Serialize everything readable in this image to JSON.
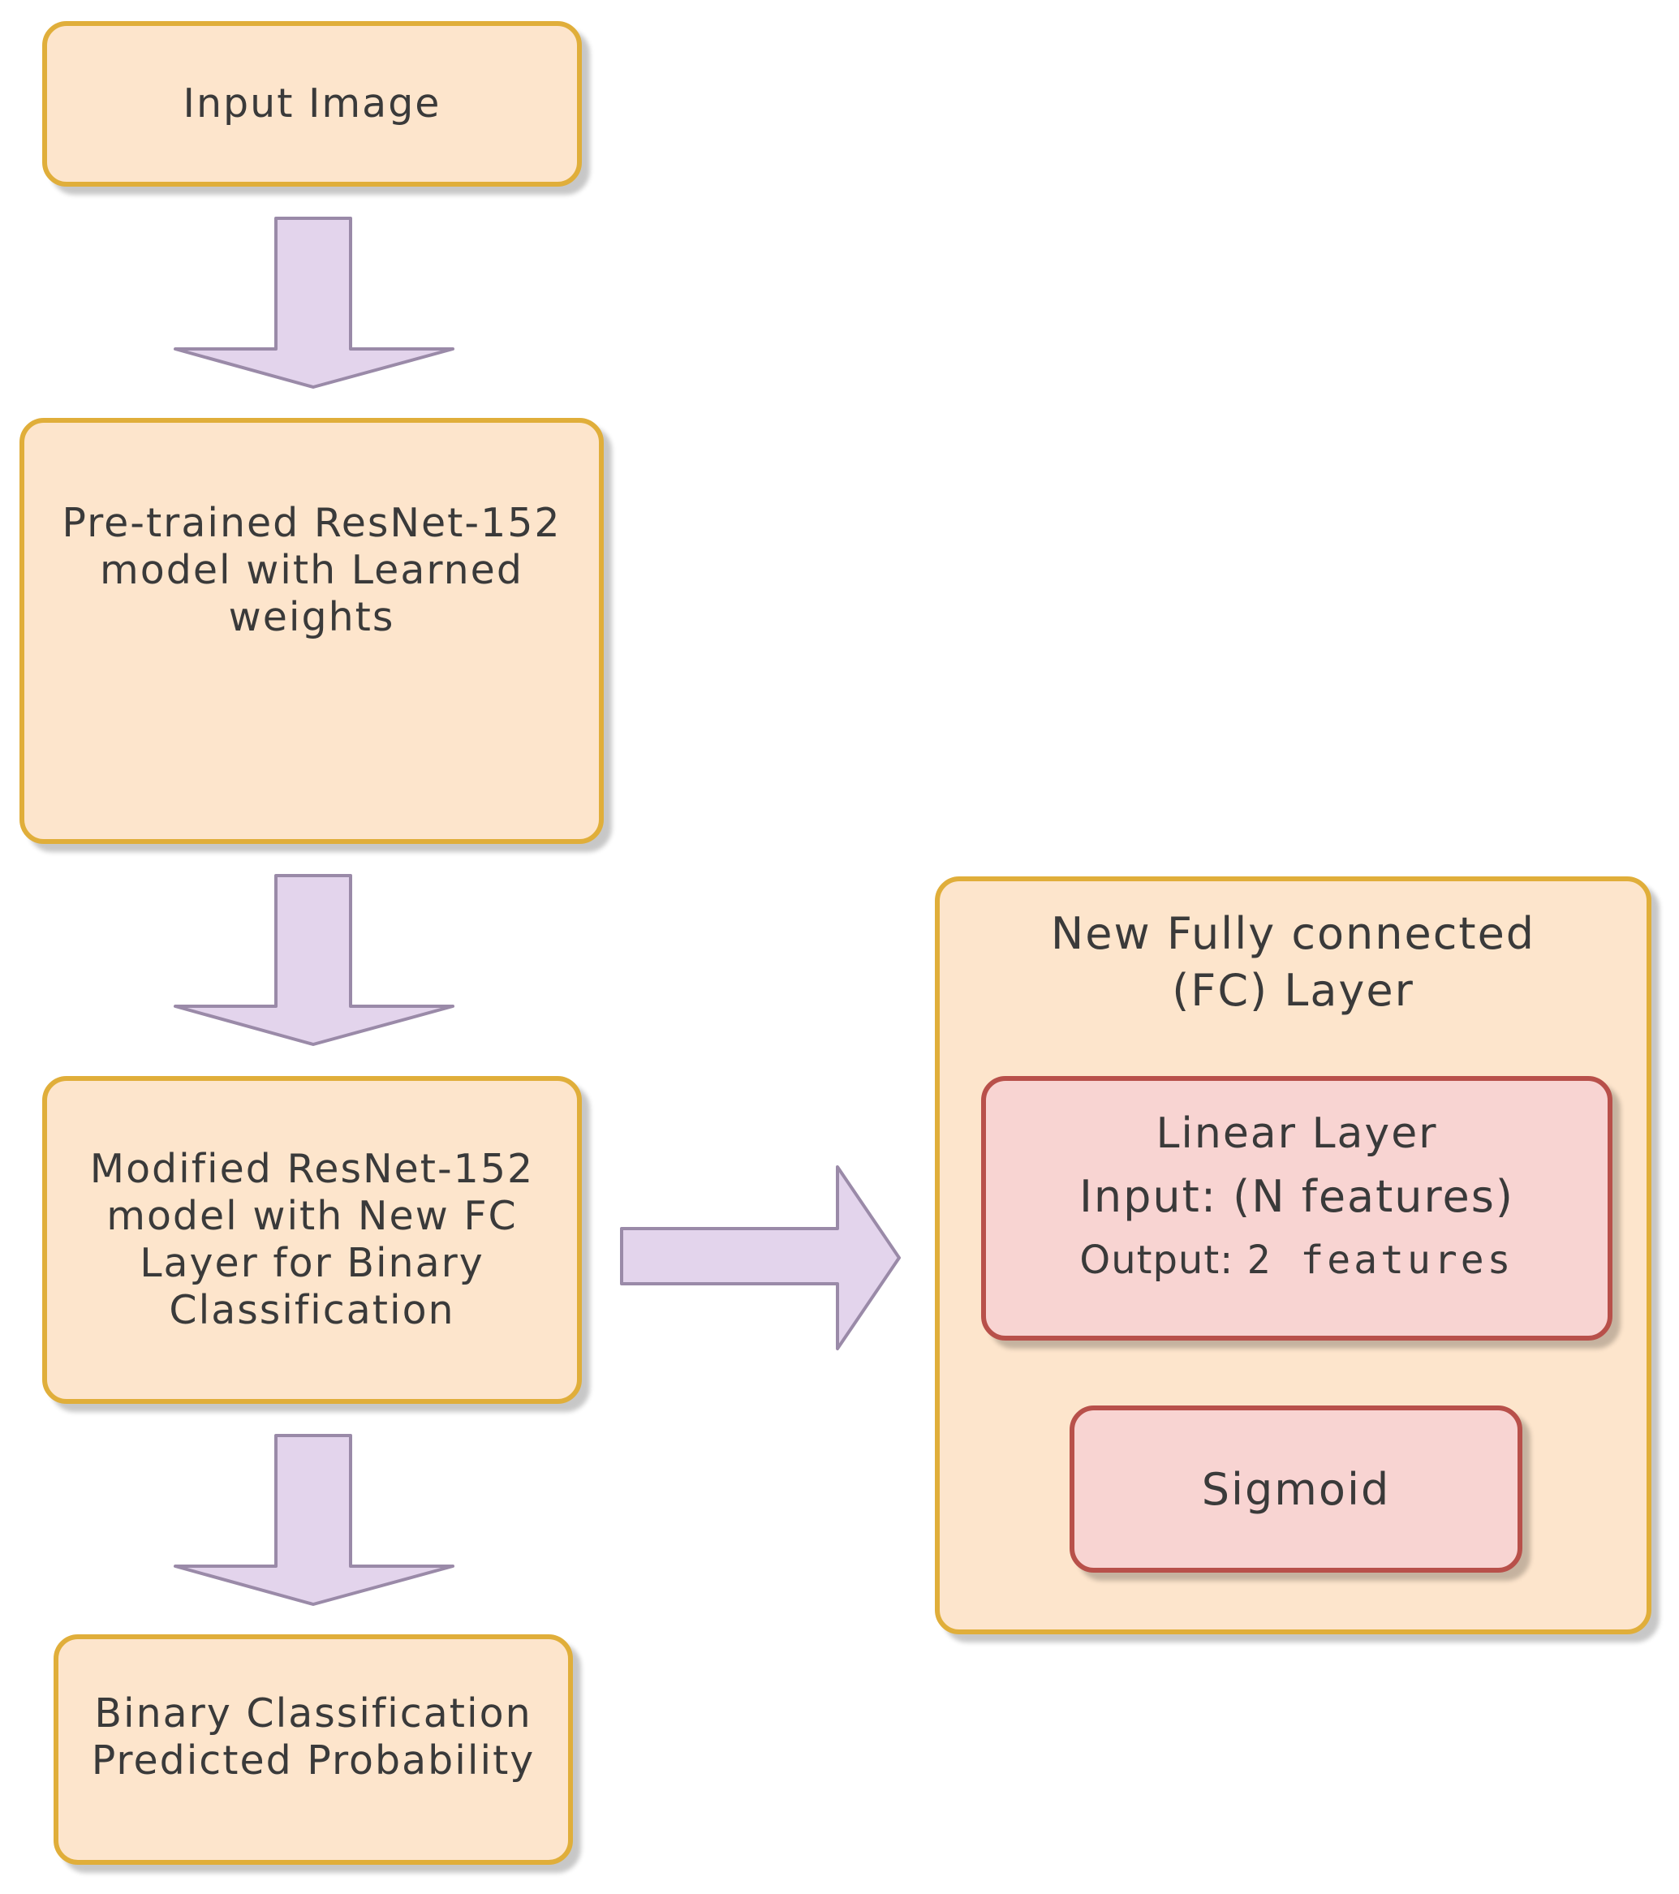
{
  "nodes": {
    "input_image": "Input Image",
    "pretrained": "Pre-trained ResNet-152\nmodel with Learned\nweights",
    "modified": "Modified ResNet-152\nmodel with New FC\nLayer for Binary\nClassification",
    "output": "Binary Classification\nPredicted Probability"
  },
  "fc_layer": {
    "title": "New Fully connected\n(FC) Layer",
    "linear": {
      "name": "Linear Layer",
      "input": "Input: (N features)",
      "output_prefix": "Output: ",
      "output_value": "2 features"
    },
    "sigmoid": "Sigmoid"
  },
  "colors": {
    "box_fill": "#fde5cc",
    "box_border": "#e0ae3a",
    "inner_fill": "#f8d4d2",
    "inner_border": "#b8504a",
    "arrow_fill": "#e3d4ec",
    "arrow_stroke": "#9a8aa8"
  }
}
